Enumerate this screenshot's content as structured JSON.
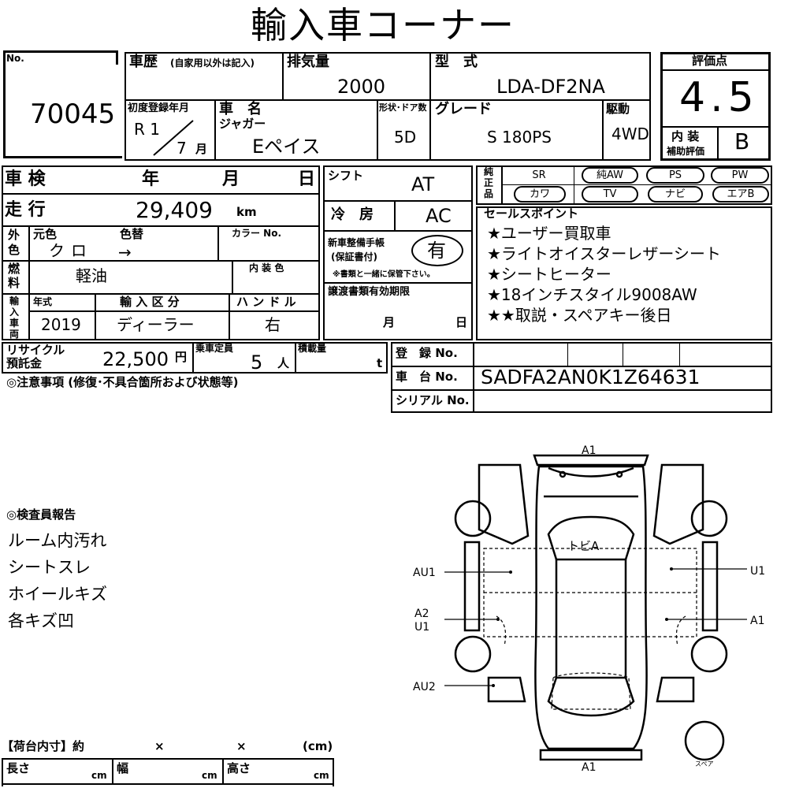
{
  "title": "輸入車コーナー",
  "no": {
    "label": "No.",
    "value": "70045"
  },
  "history": {
    "label": "車歴",
    "note": "(自家用以外は記入)"
  },
  "displacement": {
    "label": "排気量",
    "value": "2000"
  },
  "model": {
    "label": "型　式",
    "value": "LDA-DF2NA"
  },
  "score": {
    "label": "評価点",
    "value": "4.5"
  },
  "first_reg": {
    "label": "初度登録年月",
    "era": "R 1",
    "month": "7",
    "month_unit": "月"
  },
  "car_name": {
    "label": "車　名",
    "maker": "ジャガー",
    "value": "Eペイス"
  },
  "body": {
    "label": "形状･ドア数",
    "value": "5D"
  },
  "grade": {
    "label": "グレード",
    "value": "S 180PS"
  },
  "drive": {
    "label": "駆動",
    "value": "4WD"
  },
  "interior_score": {
    "label1": "内 装",
    "label2": "補助評価",
    "value": "B"
  },
  "inspection": {
    "label": "車 検",
    "year": "年",
    "month": "月",
    "day": "日"
  },
  "mileage": {
    "label": "走 行",
    "value": "29,409",
    "unit": "km"
  },
  "shift": {
    "label": "シフト",
    "value": "AT"
  },
  "aircon": {
    "label": "冷　房",
    "value": "AC"
  },
  "equipment": {
    "label_chars": [
      "純",
      "正",
      "品"
    ],
    "items": [
      {
        "label": "SR",
        "circled": false
      },
      {
        "label": "純AW",
        "circled": true
      },
      {
        "label": "PS",
        "circled": false
      },
      {
        "label": "PW",
        "circled": false
      },
      {
        "label": "カワ",
        "circled": false
      },
      {
        "label": "TV",
        "circled": false
      },
      {
        "label": "ナビ",
        "circled": false
      },
      {
        "label": "エアB",
        "circled": true
      }
    ]
  },
  "exterior_color": {
    "side_chars": [
      "外",
      "色"
    ],
    "original_label": "元色",
    "repaint_label": "色替",
    "color_no_label": "カラー No.",
    "original_value": "クロ",
    "arrow": "→"
  },
  "fuel": {
    "side_chars": [
      "燃",
      "料"
    ],
    "value": "軽油",
    "interior_color_label": "内 装 色"
  },
  "warranty": {
    "label1": "新車整備手帳",
    "label2": "(保証書付)",
    "value": "有",
    "note": "※書類と一緒に保管下さい。"
  },
  "sales_points": {
    "label": "セールスポイント",
    "lines": [
      "★ユーザー買取車",
      "★ライトオイスターレザーシート",
      "★シートヒーター",
      "★18インチスタイル9008AW",
      "★★取説・スペアキー後日"
    ]
  },
  "import": {
    "side_chars": [
      "輸",
      "入",
      "車",
      "両"
    ],
    "year_label": "年式",
    "year_value": "2019",
    "type_label": "輸 入 区 分",
    "type_value": "ディーラー",
    "handle_label": "ハ ン ド ル",
    "handle_value": "右"
  },
  "transfer": {
    "label": "譲渡書類有効期限",
    "month": "月",
    "day": "日"
  },
  "recycle": {
    "label1": "リサイクル",
    "label2": "預託金",
    "value": "22,500",
    "unit": "円"
  },
  "capacity": {
    "label": "乗車定員",
    "value": "5",
    "unit": "人"
  },
  "load": {
    "label": "積載量",
    "unit": "t"
  },
  "registration": {
    "label": "登　録 No."
  },
  "chassis": {
    "label": "車　台 No.",
    "value": "SADFA2AN0K1Z64631"
  },
  "serial": {
    "label": "シリアル No."
  },
  "notes_label": "◎注意事項 (修復･不具合箇所および状態等)",
  "inspector": {
    "label": "◎検査員報告",
    "lines": [
      "ルーム内汚れ",
      "シートスレ",
      "ホイールキズ",
      "各キズ凹"
    ]
  },
  "cargo": {
    "label": "【荷台内寸】約",
    "x1": "×",
    "x2": "×",
    "unit": "(cm)",
    "length_label": "長さ",
    "width_label": "幅",
    "height_label": "高さ",
    "cm": "cm"
  },
  "diagram": {
    "marks": {
      "front": "A1",
      "rear": "A1",
      "roof": "トビA",
      "left_front": "AU1",
      "left_rear_a": "A2",
      "left_rear_b": "U1",
      "left_bottom": "AU2",
      "right_front": "U1",
      "right_rear": "A1"
    },
    "spare_label": "スペア"
  }
}
